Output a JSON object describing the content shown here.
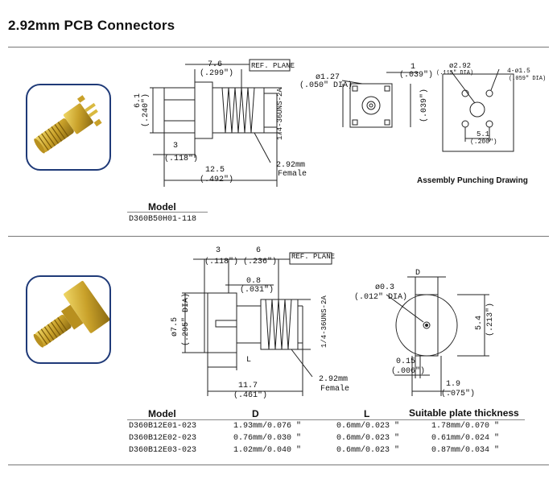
{
  "page": {
    "title": "2.92mm  PCB Connectors"
  },
  "section1": {
    "drawing": {
      "dim_top": "7.6",
      "dim_top_in": "(.299\")",
      "ref_plane": "REF. PLANE",
      "dim_left": "6.1",
      "dim_left_in": "(.240\")",
      "thread": "1/4-36UNS-2A",
      "dim_3": "3",
      "dim_3_in": "(.118\")",
      "dim_125": "12.5",
      "dim_125_in": "(.492\")",
      "dim_292": "2.92mm",
      "female": "Female",
      "front_dia": "ø1.27",
      "front_dia_in": "(.050\" DIA)",
      "front_1": "1",
      "front_1_in": "(.039\")",
      "front_side_in": "(.039\")",
      "punch_292": "ø2.92",
      "punch_292_in": "(.115\" DIA)",
      "punch_4x": "4-ø1.5",
      "punch_4x_in": "(.059\" DIA)",
      "punch_51": "5.1",
      "punch_51_in": "(.200\")"
    },
    "assembly_caption": "Assembly Punching Drawing",
    "model_label": "Model",
    "model_value": "D360B50H01-118"
  },
  "section2": {
    "drawing": {
      "dim_3": "3",
      "dim_3_in": "(.118\")",
      "dim_6": "6",
      "dim_6_in": "(.236\")",
      "ref_plane": "REF. PLANE",
      "dim_08": "0.8",
      "dim_08_in": "(.031\")",
      "dia_75": "ø7.5",
      "dia_75_in": "(.295\" DIA)",
      "thread": "1/4-36UNS-2A",
      "l_label": "L",
      "dim_117": "11.7",
      "dim_117_in": "(.461\")",
      "dim_292": "2.92mm",
      "female": "Female",
      "d_label": "D",
      "dia_03": "ø0.3",
      "dia_03_in": "(.012\" DIA)",
      "dim_54": "5.4",
      "dim_54_in": "(.213\")",
      "dim_015": "0.15",
      "dim_015_in": "(.006\")",
      "dim_19": "1.9",
      "dim_19_in": "(.075\")"
    },
    "table": {
      "headers": [
        "Model",
        "D",
        "L",
        "Suitable plate thickness"
      ],
      "rows": [
        [
          "D360B12E01-023",
          "1.93mm/0.076 \"",
          "0.6mm/0.023 \"",
          "1.78mm/0.070 \""
        ],
        [
          "D360B12E02-023",
          "0.76mm/0.030 \"",
          "0.6mm/0.023 \"",
          "0.61mm/0.024 \""
        ],
        [
          "D360B12E03-023",
          "1.02mm/0.040 \"",
          "0.6mm/0.023 \"",
          "0.87mm/0.034 \""
        ]
      ]
    }
  },
  "colors": {
    "frame": "#1f3a78",
    "gold": "#c9a12a",
    "gold_light": "#e8cc5a",
    "gold_dark": "#8a6a12",
    "line": "#222222"
  },
  "icons": [
    "connector-photo-pcb-pins",
    "connector-photo-flange"
  ]
}
